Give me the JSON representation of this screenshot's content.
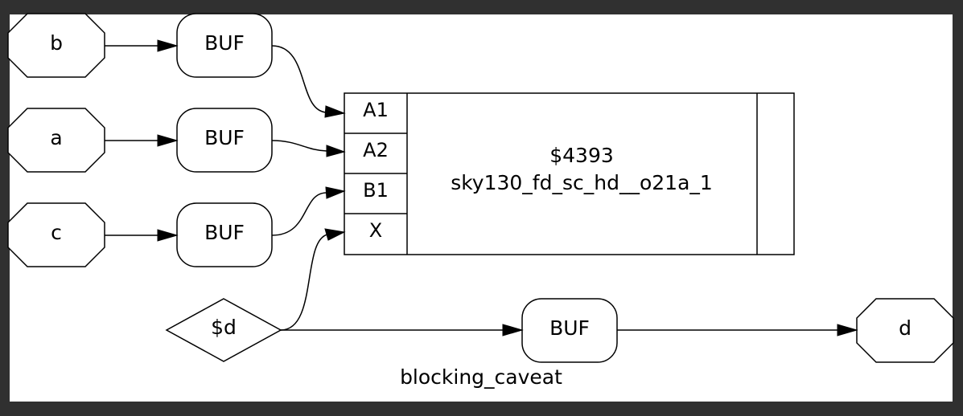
{
  "inputs": {
    "b": "b",
    "a": "a",
    "c": "c"
  },
  "output": {
    "d": "d"
  },
  "buffers": {
    "buf_b": "BUF",
    "buf_a": "BUF",
    "buf_c": "BUF",
    "buf_d": "BUF"
  },
  "cell": {
    "id": "$4393",
    "type": "sky130_fd_sc_hd__o21a_1",
    "ports": [
      "A1",
      "A2",
      "B1",
      "X"
    ]
  },
  "net": {
    "label": "$d"
  },
  "module": {
    "name": "blocking_caveat"
  }
}
